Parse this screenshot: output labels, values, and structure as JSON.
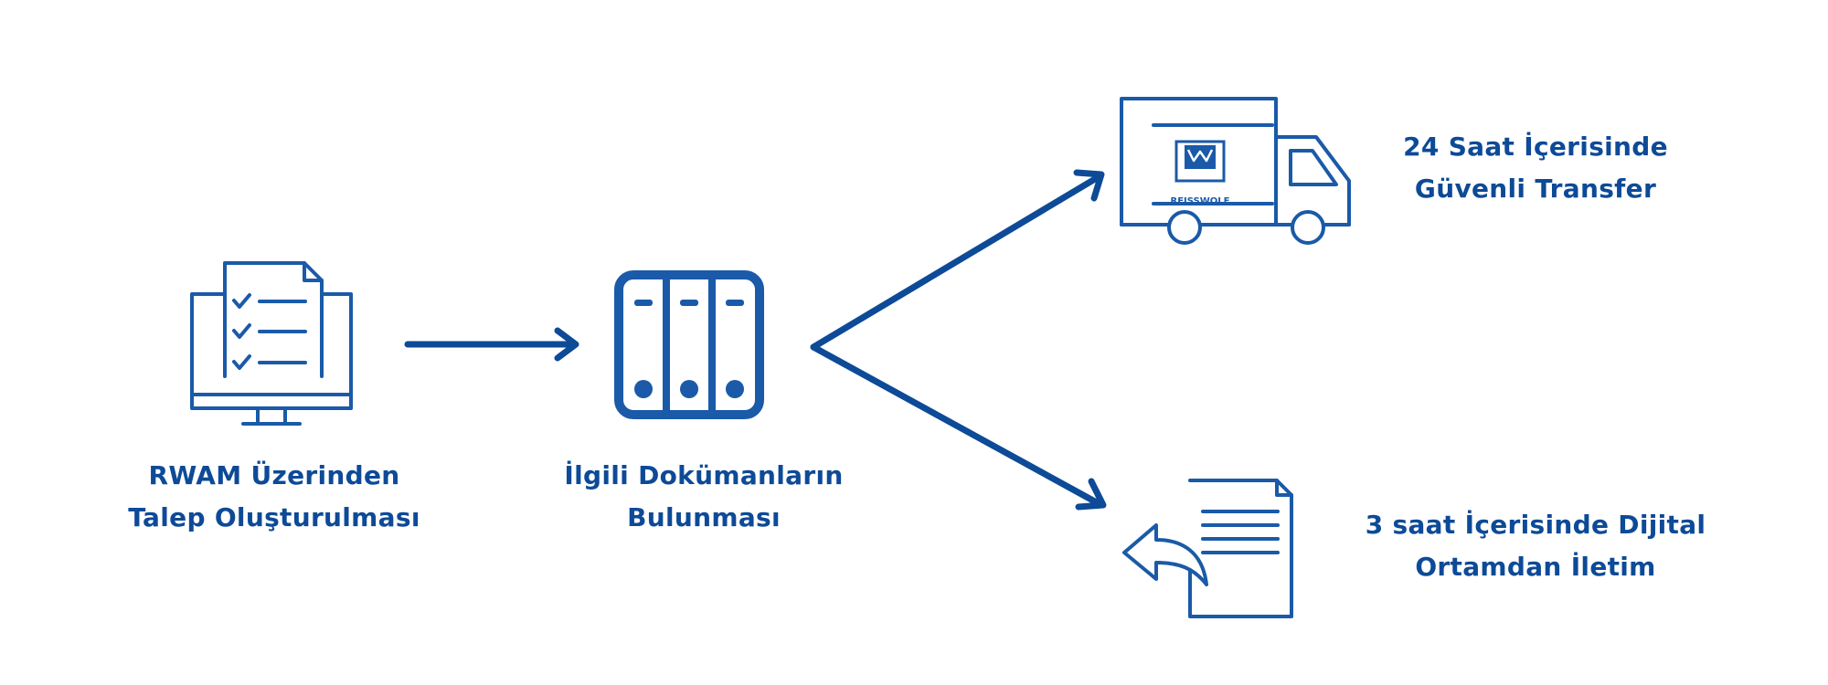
{
  "colors": {
    "primary": "#0d4a97",
    "icon": "#1a5aa8",
    "background": "#ffffff"
  },
  "nodes": {
    "request": {
      "icon": "monitor-checklist-icon",
      "line1": "RWAM Üzerinden",
      "line2": "Talep Oluşturulması"
    },
    "documents": {
      "icon": "archive-binders-icon",
      "line1": "İlgili Dokümanların",
      "line2": "Bulunması"
    },
    "transfer": {
      "icon": "delivery-truck-icon",
      "truck_logo": "REISSWOLF",
      "line1": "24 Saat İçerisinde",
      "line2": "Güvenli Transfer"
    },
    "digital": {
      "icon": "document-share-icon",
      "line1": "3 saat İçerisinde Dijital",
      "line2": "Ortamdan İletim"
    }
  },
  "edges": [
    {
      "from": "request",
      "to": "documents"
    },
    {
      "from": "documents",
      "to": "transfer"
    },
    {
      "from": "documents",
      "to": "digital"
    }
  ]
}
